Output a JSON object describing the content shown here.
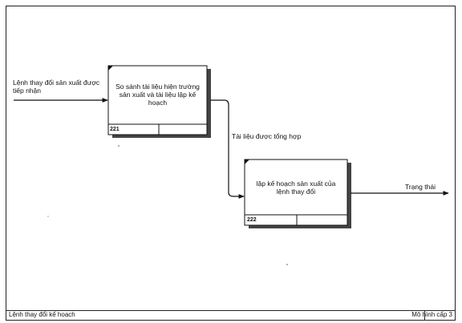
{
  "diagram": {
    "inputs": {
      "production_change_order": "Lệnh thay đổi sản xuất được tiếp nhận"
    },
    "boxes": [
      {
        "id": "221",
        "text": "So sánh tài liệu hiện trường sản xuất và tài liệu lập kế hoạch"
      },
      {
        "id": "222",
        "text": "lập kế hoạch sản xuất của lệnh thay đổi"
      }
    ],
    "arrows": {
      "compiled_documents": "Tài liệu được tổng hợp",
      "status_output": "Trạng thái"
    },
    "footer": {
      "left": "Lệnh thay đổi kế hoạch",
      "right": "Mô hình cấp 3"
    }
  }
}
